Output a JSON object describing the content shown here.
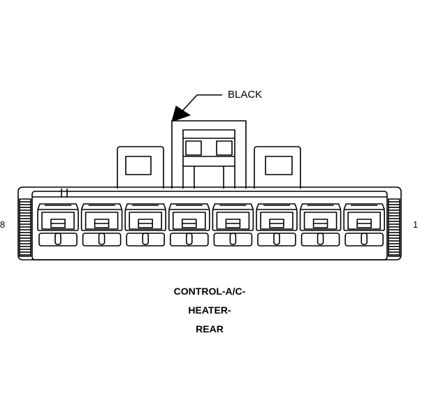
{
  "diagram": {
    "connector_color": "BLACK",
    "pin_left": "8",
    "pin_right": "1",
    "title_lines": [
      "CONTROL-A/C-",
      "HEATER-",
      "REAR"
    ],
    "cavity_count": 8,
    "stroke_color": "#000000",
    "background_color": "#ffffff"
  }
}
